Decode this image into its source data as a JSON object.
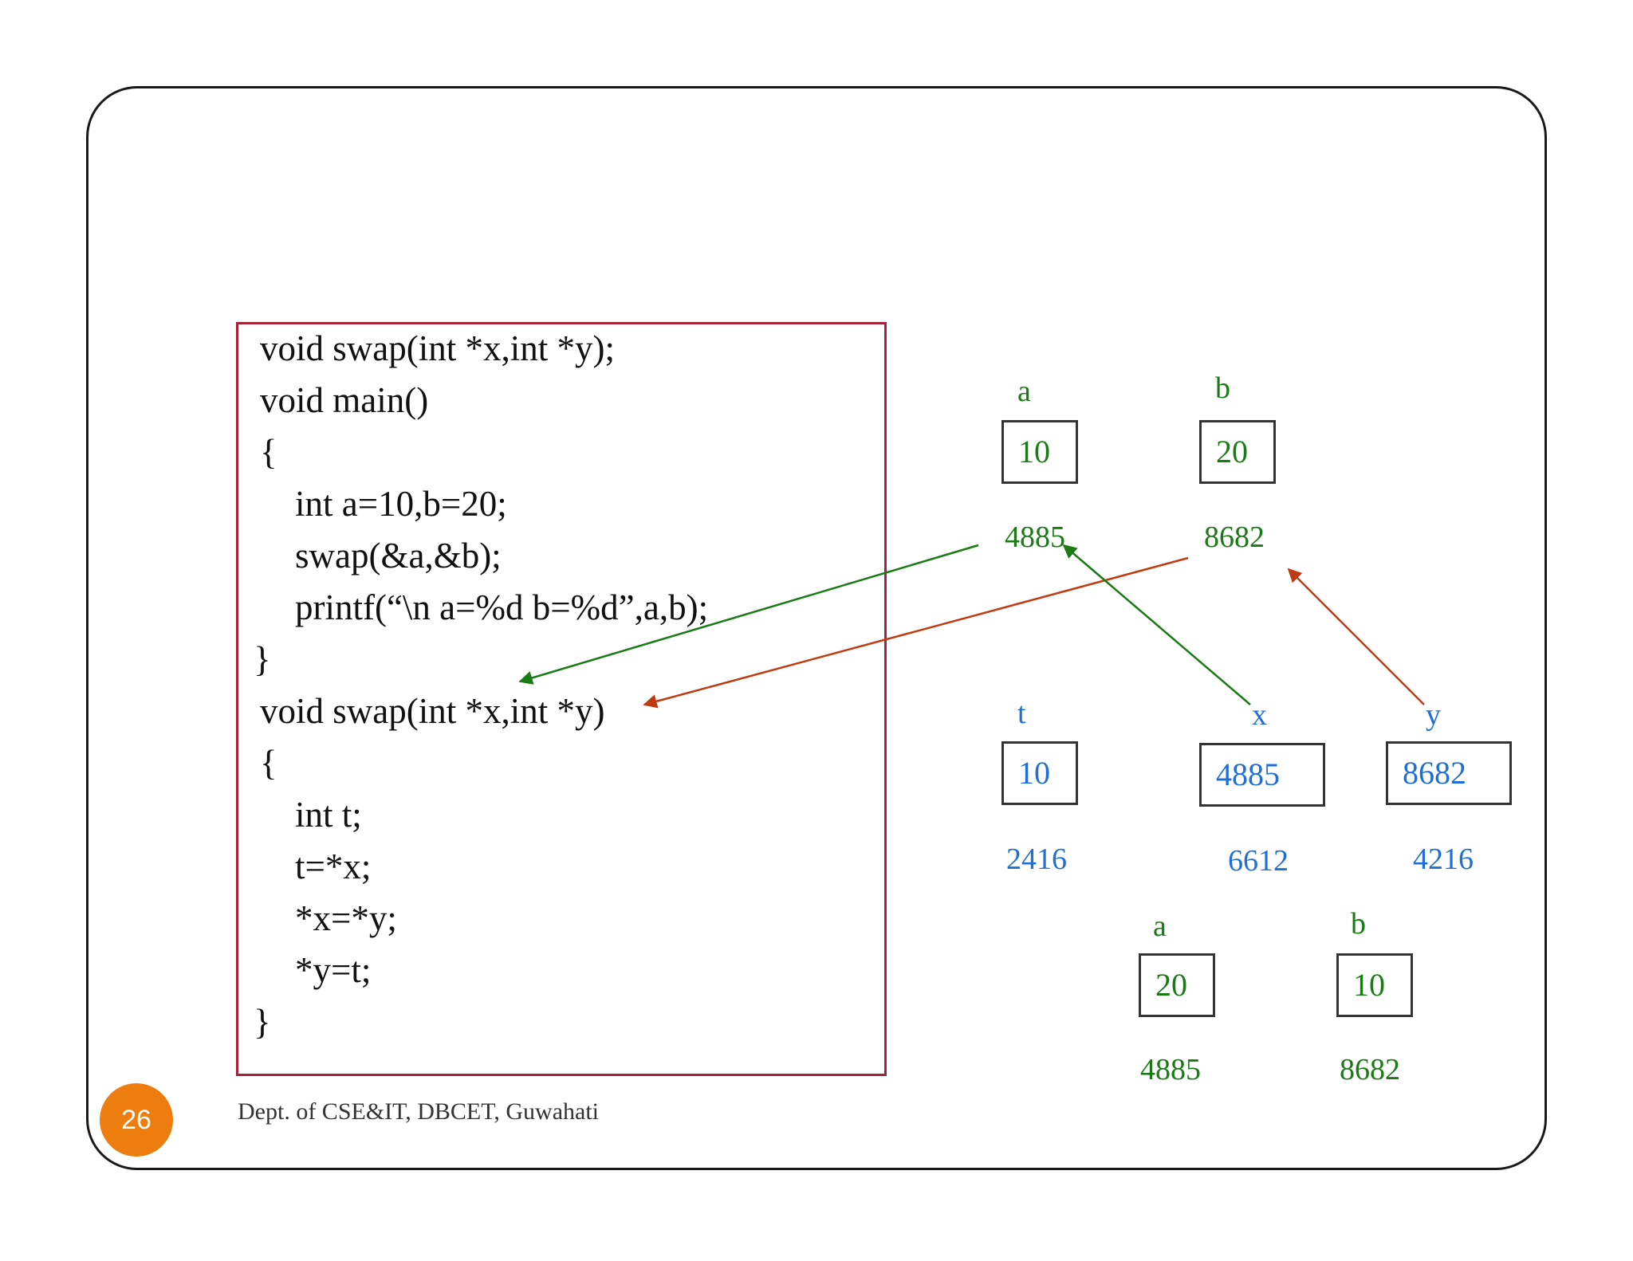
{
  "code": {
    "lines": [
      "void swap(int *x,int *y);",
      "void main()",
      "{",
      "int a=10,b=20;",
      "swap(&a,&b);",
      "printf(“\\n a=%d b=%d”,a,b);",
      "}",
      "void swap(int *x,int *y)",
      "{",
      "int t;",
      "t=*x;",
      "*x=*y;",
      "*y=t;",
      "}"
    ]
  },
  "memory_before": {
    "a": {
      "name": "a",
      "value": "10",
      "address": "4885"
    },
    "b": {
      "name": "b",
      "value": "20",
      "address": "8682"
    }
  },
  "swap_frame": {
    "t": {
      "name": "t",
      "value": "10",
      "address": "2416"
    },
    "x": {
      "name": "x",
      "value": "4885",
      "address": "6612"
    },
    "y": {
      "name": "y",
      "value": "8682",
      "address": "4216"
    }
  },
  "memory_after": {
    "a": {
      "name": "a",
      "value": "20",
      "address": "4885"
    },
    "b": {
      "name": "b",
      "value": "10",
      "address": "8682"
    }
  },
  "footer": {
    "page_number": "26",
    "text": "Dept. of CSE&IT, DBCET, Guwahati"
  },
  "colors": {
    "green": "#1a7a14",
    "blue": "#1f6fd6",
    "red_arrow": "#c0390f",
    "code_border": "#a3233a",
    "badge": "#ee7d0f"
  }
}
